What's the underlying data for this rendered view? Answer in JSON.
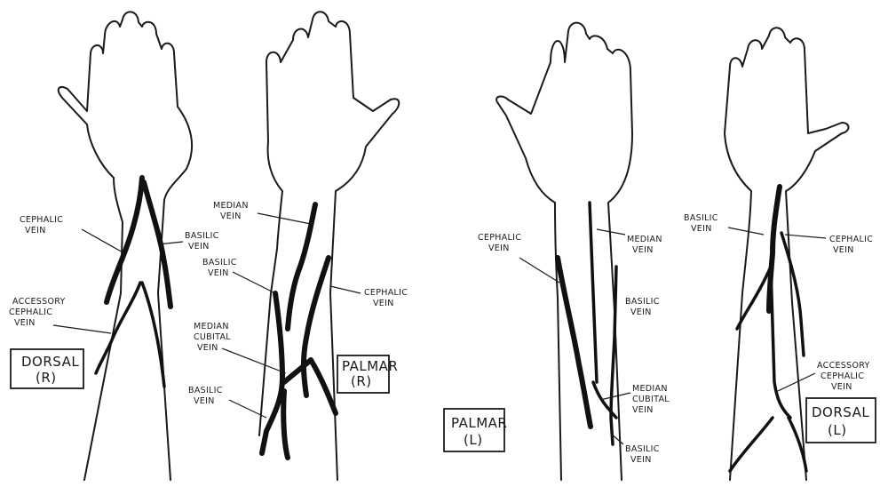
{
  "panels": [
    {
      "id": "dorsal-right",
      "box": [
        "DORSAL",
        "(R)"
      ],
      "labels": [
        [
          "CEPHALIC",
          "VEIN"
        ],
        [
          "BASILIC",
          "VEIN"
        ],
        [
          "ACCESSORY",
          "CEPHALIC",
          "VEIN"
        ]
      ]
    },
    {
      "id": "palmar-right",
      "box": [
        "PALMAR",
        "(R)"
      ],
      "labels": [
        [
          "MEDIAN",
          "VEIN"
        ],
        [
          "BASILIC",
          "VEIN"
        ],
        [
          "CEPHALIC",
          "VEIN"
        ],
        [
          "MEDIAN",
          "CUBITAL",
          "VEIN"
        ],
        [
          "BASILIC",
          "VEIN"
        ]
      ]
    },
    {
      "id": "palmar-left",
      "box": [
        "PALMAR",
        "(L)"
      ],
      "labels": [
        [
          "CEPHALIC",
          "VEIN"
        ],
        [
          "MEDIAN",
          "VEIN"
        ],
        [
          "BASILIC",
          "VEIN"
        ],
        [
          "MEDIAN",
          "CUBITAL",
          "VEIN"
        ],
        [
          "BASILIC",
          "VEIN"
        ]
      ]
    },
    {
      "id": "dorsal-left",
      "box": [
        "DORSAL",
        "(L)"
      ],
      "labels": [
        [
          "BASILIC",
          "VEIN"
        ],
        [
          "CEPHALIC",
          "VEIN"
        ],
        [
          "ACCESSORY",
          "CEPHALIC",
          "VEIN"
        ]
      ]
    }
  ]
}
